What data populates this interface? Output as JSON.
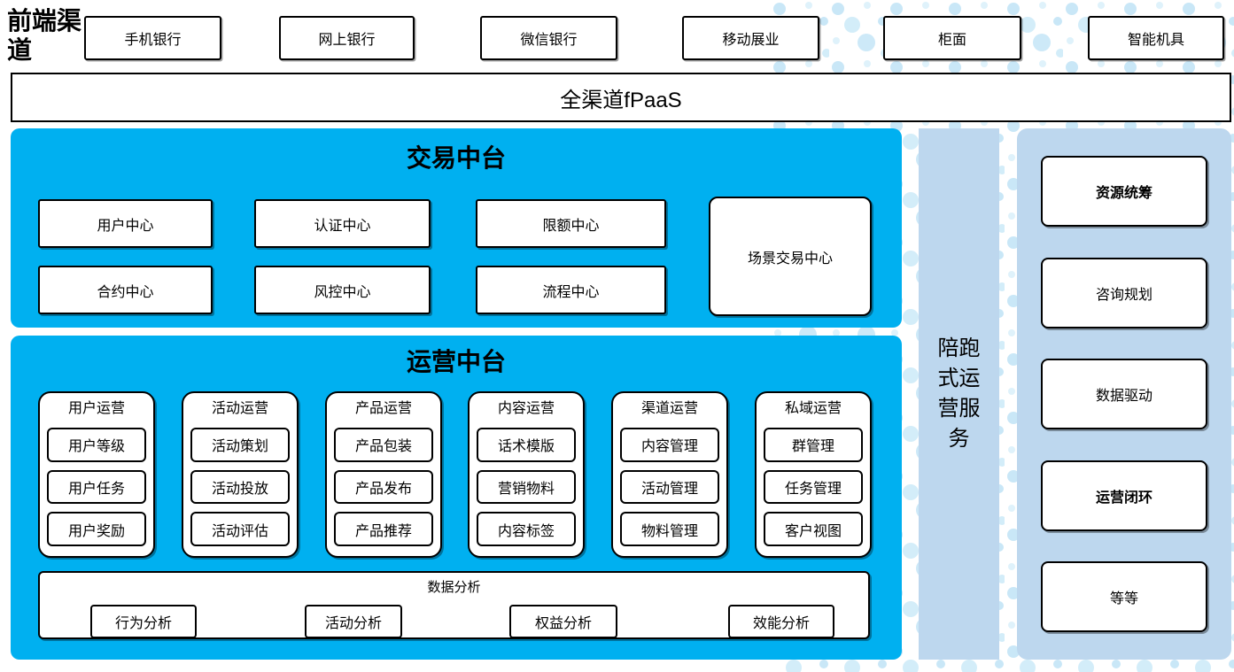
{
  "colors": {
    "primary_blue": "#00B0F0",
    "light_blue": "#BDD7EE",
    "dot_light": "#DFF2FB",
    "dot_medium": "#C9E7F7",
    "border": "#000000",
    "box_bg": "#FFFFFF"
  },
  "front_channels": {
    "label": "前端渠道",
    "items": [
      {
        "label": "手机银行"
      },
      {
        "label": "网上银行"
      },
      {
        "label": "微信银行"
      },
      {
        "label": "移动展业"
      },
      {
        "label": "柜面"
      },
      {
        "label": "智能机具"
      }
    ]
  },
  "fpaas": {
    "label": "全渠道fPaaS"
  },
  "transaction_platform": {
    "title": "交易中台",
    "centers": [
      "用户中心",
      "认证中心",
      "限额中心",
      "合约中心",
      "风控中心",
      "流程中心"
    ],
    "scenario_center": "场景交易中心"
  },
  "operation_platform": {
    "title": "运营中台",
    "columns": [
      {
        "title": "用户运营",
        "items": [
          "用户等级",
          "用户任务",
          "用户奖励"
        ]
      },
      {
        "title": "活动运营",
        "items": [
          "活动策划",
          "活动投放",
          "活动评估"
        ]
      },
      {
        "title": "产品运营",
        "items": [
          "产品包装",
          "产品发布",
          "产品推荐"
        ]
      },
      {
        "title": "内容运营",
        "items": [
          "话术模版",
          "营销物料",
          "内容标签"
        ]
      },
      {
        "title": "渠道运营",
        "items": [
          "内容管理",
          "活动管理",
          "物料管理"
        ]
      },
      {
        "title": "私域运营",
        "items": [
          "群管理",
          "任务管理",
          "客户视图"
        ]
      }
    ],
    "data_analysis": {
      "title": "数据分析",
      "items": [
        "行为分析",
        "活动分析",
        "权益分析",
        "效能分析"
      ]
    }
  },
  "companion_bar": {
    "label": "陪跑式运营服务"
  },
  "right_panel": {
    "items": [
      {
        "label": "资源统筹",
        "bold": true
      },
      {
        "label": "咨询规划",
        "bold": false
      },
      {
        "label": "数据驱动",
        "bold": false
      },
      {
        "label": "运营闭环",
        "bold": true
      },
      {
        "label": "等等",
        "bold": false
      }
    ]
  }
}
